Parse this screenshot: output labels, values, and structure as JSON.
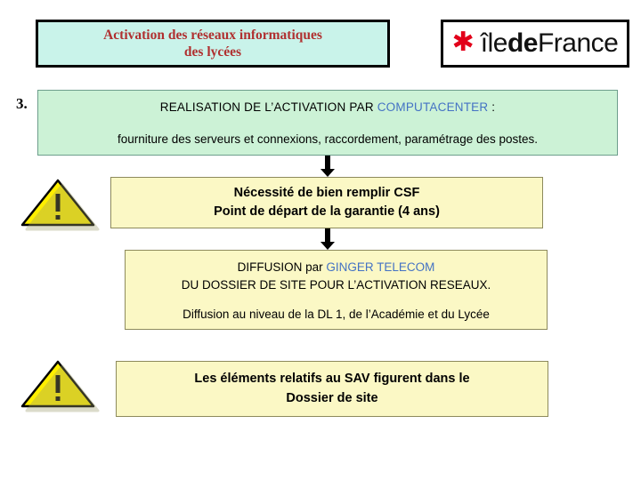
{
  "title": {
    "line1": "Activation des réseaux informatiques",
    "line2": "des lycées"
  },
  "logo": {
    "star_icon": "asterisk-star-icon",
    "text_light": "île",
    "text_bold": "de",
    "text_light2": "France"
  },
  "step": {
    "number": "3."
  },
  "box1": {
    "line1_pre": "REALISATION DE L’ACTIVATION PAR ",
    "line1_highlight": "COMPUTACENTER",
    "line1_post": " :",
    "line2": "fourniture des serveurs et connexions, raccordement, paramétrage des postes."
  },
  "box2": {
    "line1": "Nécessité de bien remplir CSF",
    "line2": "Point de départ de la garantie (4 ans)"
  },
  "box3": {
    "line1_pre": "DIFFUSION par ",
    "line1_highlight": "GINGER TELECOM",
    "line2": "DU DOSSIER DE SITE POUR  L’ACTIVATION RESEAUX.",
    "line3": "Diffusion au niveau de la DL 1, de l’Académie et du Lycée"
  },
  "box4": {
    "line1": "Les éléments relatifs au SAV figurent dans le",
    "line2": "Dossier de site"
  },
  "icons": {
    "warning_top": "warning-triangle-icon",
    "warning_bottom": "warning-triangle-icon",
    "arrow1": "down-arrow-icon",
    "arrow2": "down-arrow-icon",
    "arrow3": "down-arrow-icon"
  },
  "colors": {
    "title_text": "#b03030",
    "title_bg": "#c9f3ea",
    "box1_bg": "#ccf2d6",
    "yellow_bg": "#fbf8c5",
    "highlight": "#4472c4",
    "logo_red": "#e2001a",
    "warning_yellow": "#ffef00"
  }
}
